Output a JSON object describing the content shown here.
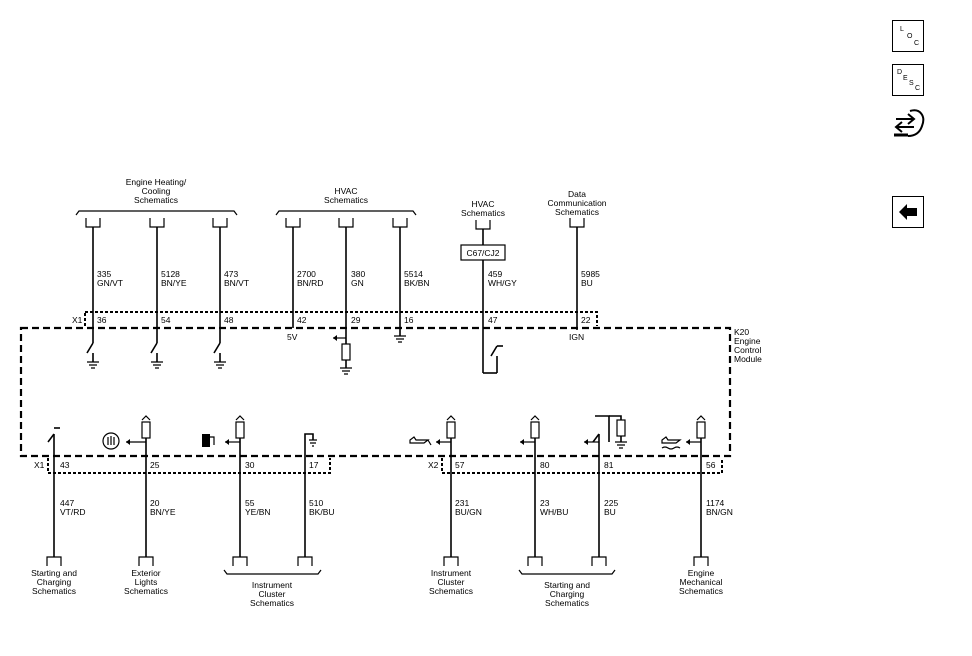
{
  "nav": {
    "loc": [
      "L",
      "O",
      "C"
    ],
    "desc": [
      "D",
      "E",
      "S",
      "C"
    ]
  },
  "top_groups": [
    {
      "lines": [
        "Engine Heating/",
        "Cooling",
        "Schematics"
      ]
    },
    {
      "lines": [
        "HVAC",
        "Schematics"
      ]
    },
    {
      "lines": [
        "HVAC",
        "Schematics"
      ]
    },
    {
      "lines": [
        "Data",
        "Communication",
        "Schematics"
      ]
    }
  ],
  "top_wires": [
    {
      "circuit": "335",
      "color": "GN/VT",
      "pin": "36"
    },
    {
      "circuit": "5128",
      "color": "BN/YE",
      "pin": "54"
    },
    {
      "circuit": "473",
      "color": "BN/VT",
      "pin": "48"
    },
    {
      "circuit": "2700",
      "color": "BN/RD",
      "pin": "42"
    },
    {
      "circuit": "380",
      "color": "GN",
      "pin": "29"
    },
    {
      "circuit": "5514",
      "color": "BK/BN",
      "pin": "16"
    },
    {
      "circuit": "459",
      "color": "WH/GY",
      "pin": "47"
    },
    {
      "circuit": "5985",
      "color": "BU",
      "pin": "22"
    }
  ],
  "connectors": {
    "top": "X1",
    "bottom_left": "X1",
    "bottom_right": "X2",
    "inline": "C67/CJ2"
  },
  "internal_labels": {
    "v5": "5V",
    "ign": "IGN"
  },
  "module": [
    "K20",
    "Engine",
    "Control",
    "Module"
  ],
  "bottom_wires": [
    {
      "circuit": "447",
      "color": "VT/RD",
      "pin": "43"
    },
    {
      "circuit": "20",
      "color": "BN/YE",
      "pin": "25"
    },
    {
      "circuit": "55",
      "color": "YE/BN",
      "pin": "30"
    },
    {
      "circuit": "510",
      "color": "BK/BU",
      "pin": "17"
    },
    {
      "circuit": "231",
      "color": "BU/GN",
      "pin": "57"
    },
    {
      "circuit": "23",
      "color": "WH/BU",
      "pin": "80"
    },
    {
      "circuit": "225",
      "color": "BU",
      "pin": "81"
    },
    {
      "circuit": "1174",
      "color": "BN/GN",
      "pin": "56"
    }
  ],
  "bottom_groups": [
    {
      "lines": [
        "Starting and",
        "Charging",
        "Schematics"
      ]
    },
    {
      "lines": [
        "Exterior",
        "Lights",
        "Schematics"
      ]
    },
    {
      "lines": [
        "Instrument",
        "Cluster",
        "Schematics"
      ]
    },
    {
      "lines": [
        "Instrument",
        "Cluster",
        "Schematics"
      ]
    },
    {
      "lines": [
        "Starting and",
        "Charging",
        "Schematics"
      ]
    },
    {
      "lines": [
        "Engine",
        "Mechanical",
        "Schematics"
      ]
    }
  ]
}
